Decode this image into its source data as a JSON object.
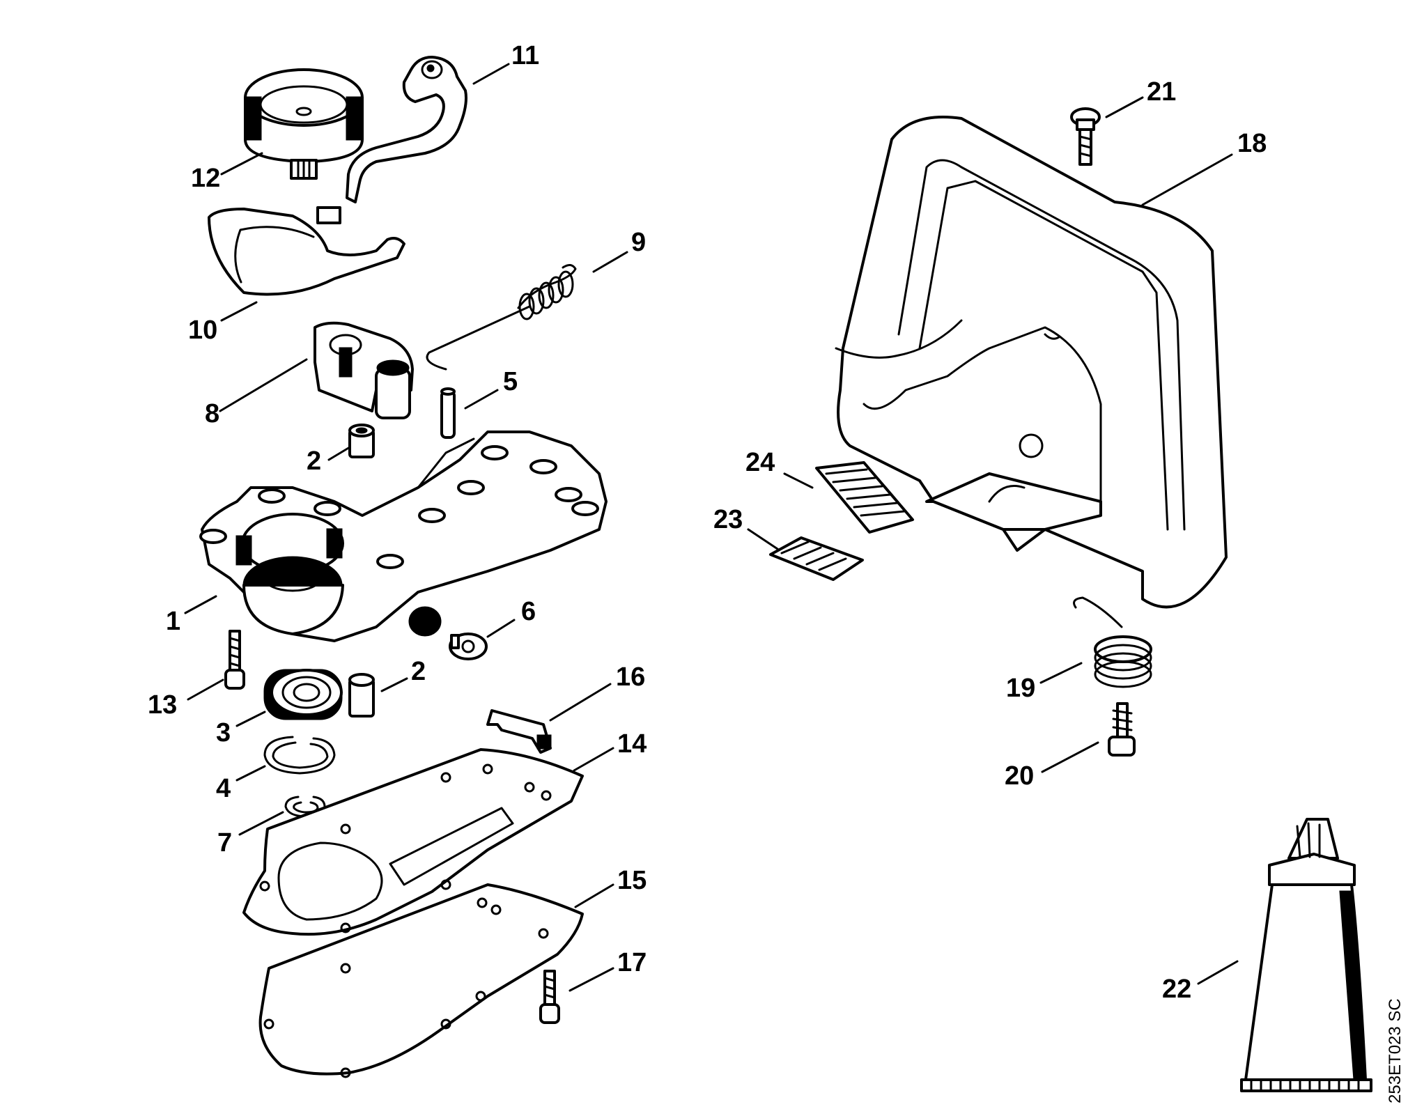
{
  "drawing_code": "253ET023 SC",
  "callouts": {
    "c1": "1",
    "c2a": "2",
    "c2b": "2",
    "c3": "3",
    "c4": "4",
    "c5": "5",
    "c6": "6",
    "c7": "7",
    "c8": "8",
    "c9": "9",
    "c10": "10",
    "c11": "11",
    "c12": "12",
    "c13": "13",
    "c14": "14",
    "c15": "15",
    "c16": "16",
    "c17": "17",
    "c18": "18",
    "c19": "19",
    "c20": "20",
    "c21": "21",
    "c22": "22",
    "c23": "23",
    "c24": "24"
  },
  "colors": {
    "line": "#000000",
    "background": "#ffffff"
  }
}
